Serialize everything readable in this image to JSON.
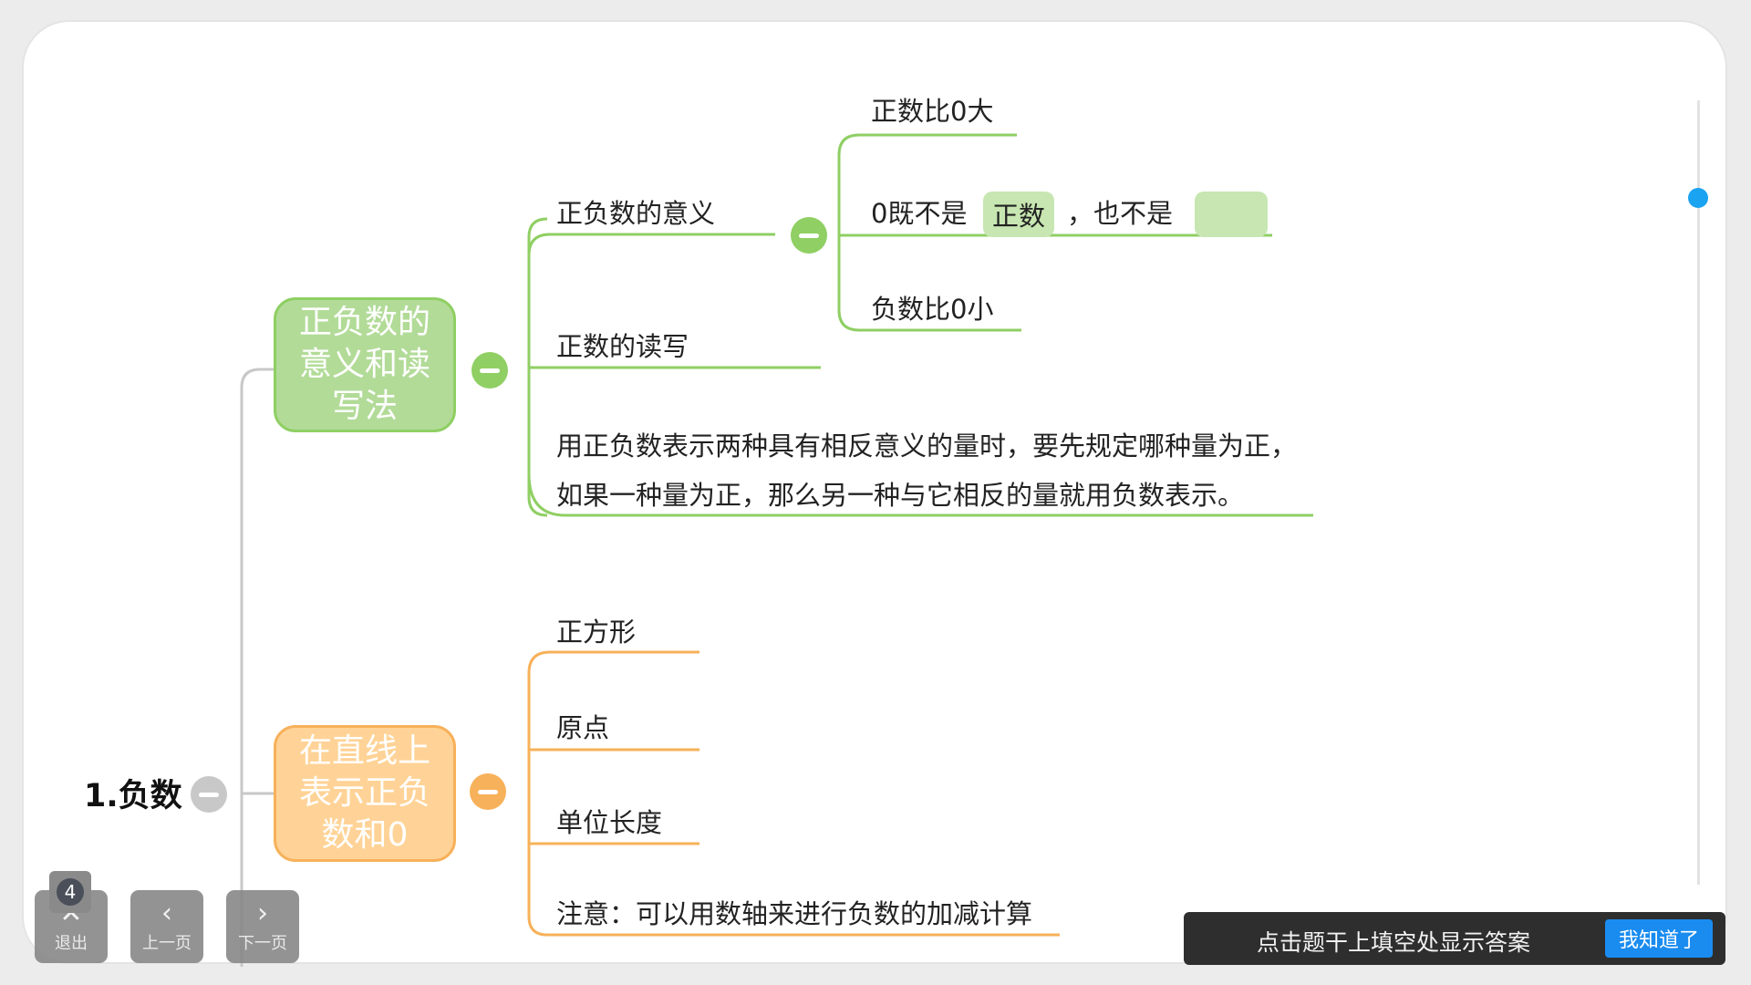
{
  "mindmap": {
    "root": {
      "label": "1.负数"
    },
    "branch1": {
      "label": "正负数的意义和读写法",
      "children": {
        "meaning": {
          "label": "正负数的意义",
          "children": {
            "c1": "正数比0大",
            "c2_prefix": "0既不是",
            "c2_blank1": "正数",
            "c2_middle": "，也不是",
            "c2_blank2": "",
            "c3": "负数比0小"
          }
        },
        "reading": {
          "label": "正数的读写"
        },
        "note": {
          "line1": "用正负数表示两种具有相反意义的量时，要先规定哪种量为正，",
          "line2": "如果一种量为正，那么另一种与它相反的量就用负数表示。"
        }
      }
    },
    "branch2": {
      "label": "在直线上表示正负数和0",
      "children": {
        "c1": "正方形",
        "c2": "原点",
        "c3": "单位长度",
        "c4": "注意：可以用数轴来进行负数的加减计算"
      }
    }
  },
  "nav": {
    "page_number": "4",
    "exit_label": "退出",
    "prev_label": "上一页",
    "next_label": "下一页"
  },
  "toast": {
    "message": "点击题干上填空处显示答案",
    "confirm_label": "我知道了"
  },
  "colors": {
    "green": "#8fcf63",
    "orange": "#f7b15a",
    "gray": "#c8c8c8",
    "accent_blue": "#1aa3f0"
  }
}
